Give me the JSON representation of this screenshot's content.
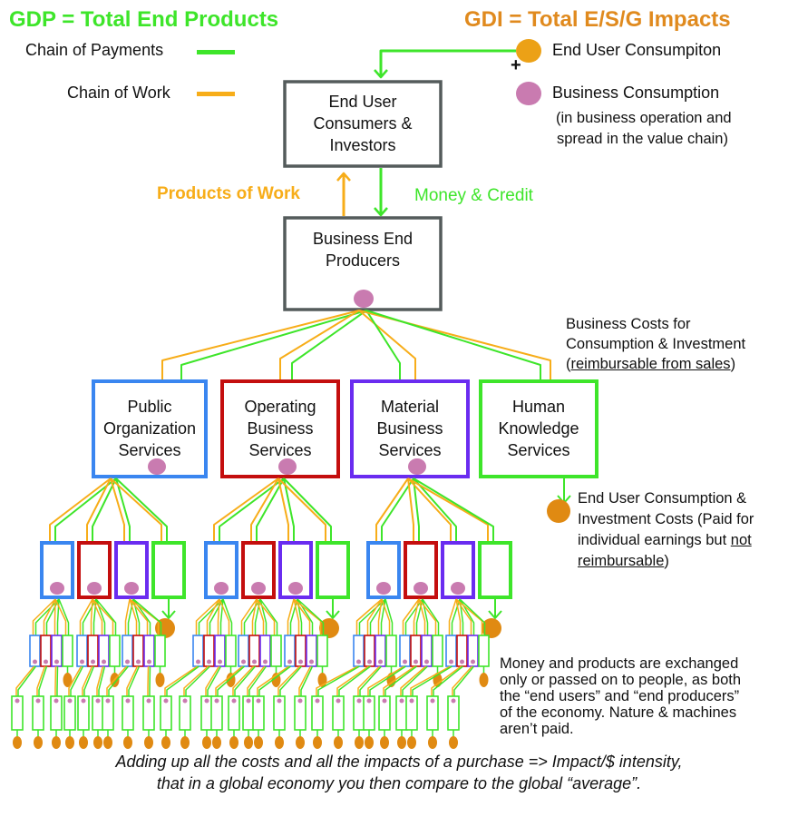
{
  "header": {
    "gdp_title": "GDP = Total End Products",
    "gdi_title": "GDI = Total E/S/G Impacts"
  },
  "legend": {
    "lines": [
      {
        "label": "Chain of  Payments",
        "color": "#3ee52a"
      },
      {
        "label": "Chain of Work",
        "color": "#f7ad19"
      }
    ],
    "impacts": [
      {
        "label": "End User Consumpiton",
        "icon": "orange-circle-icon",
        "color": "#eca116"
      },
      {
        "label": "Business Consumption",
        "icon": "pink-circle-icon",
        "color": "#c97bb0"
      }
    ],
    "plus": "+",
    "business_note_line1": "(in business operation and",
    "business_note_line2": "spread in the value chain)"
  },
  "colors": {
    "payments": "#3ee52a",
    "work": "#f7ad19",
    "end_user_dot": "#e08a12",
    "business_dot": "#c97bb0",
    "gray_box": "#545b5b",
    "public": "#3a86f0",
    "operating": "#c40e0e",
    "material": "#6a2cf0",
    "human": "#3ee52a"
  },
  "nodes": {
    "end_user": "End User\nConsumers &\nInvestors",
    "business_end": "Business End\nProducers",
    "sectors": [
      {
        "key": "public",
        "label": "Public\nOrganization\nServices"
      },
      {
        "key": "operating",
        "label": "Operating\nBusiness\nServices"
      },
      {
        "key": "material",
        "label": "Material\nBusiness\nServices"
      },
      {
        "key": "human",
        "label": "Human\nKnowledge\nServices"
      }
    ]
  },
  "flows": {
    "products_of_work": "Products of Work",
    "money_and_credit": "Money & Credit"
  },
  "annotations": {
    "business_costs": {
      "line1": "Business Costs for",
      "line2": "Consumption & Investment",
      "line3_open": "(",
      "line3_underlined": "reimbursable from sales",
      "line3_close": ")"
    },
    "end_user_costs": {
      "line1": "End User Consumption &",
      "line2": "Investment Costs (Paid for",
      "line3_pre": "individual earnings but ",
      "line3_underlined": "not",
      "line4_underlined": "reimbursable",
      "line4_close": ")"
    },
    "money_products": [
      "Money and products are exchanged",
      "only or passed on to people, as both",
      "the “end users” and “end producers”",
      "of the economy.   Nature & machines",
      "aren’t  paid."
    ]
  },
  "footer": {
    "line1": "Adding up all the costs and all the impacts of a purchase  =>  Impact/$  intensity,",
    "line2": "that in a global economy you then compare to the global “average”."
  }
}
